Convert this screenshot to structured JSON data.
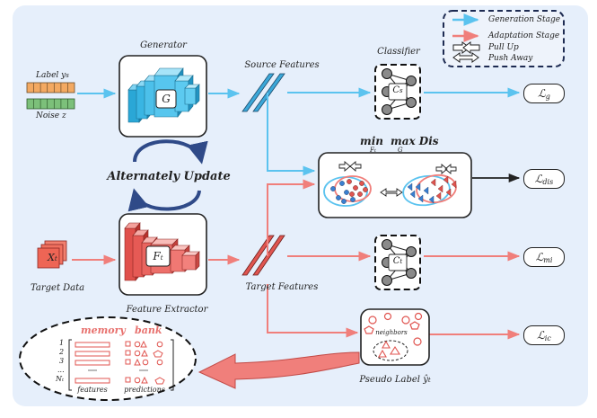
{
  "legend": {
    "generation": "Generation Stage",
    "adaptation": "Adaptation Stage",
    "pull_up": "Pull Up",
    "push_away": "Push Away"
  },
  "inputs": {
    "label_ys": "Label y",
    "label_ys_sub": "s",
    "noise": "Noise z",
    "target_symbol": "X",
    "target_symbol_sub": "t",
    "target_data": "Target Data"
  },
  "generator": {
    "title": "Generator",
    "symbol": "G"
  },
  "extractor": {
    "title": "Feature Extractor",
    "symbol": "F",
    "symbol_sub": "t"
  },
  "alternately": "Alternately Update",
  "features": {
    "source": "Source Features",
    "target": "Target Features"
  },
  "classifier": {
    "title": "Classifier",
    "cs": "C",
    "cs_sub": "s",
    "ct": "C",
    "ct_sub": "t"
  },
  "dis": {
    "min": "min",
    "max": "max Dis",
    "min_sub": "F",
    "min_sub_sub": "t",
    "max_sub": "G"
  },
  "losses": {
    "g": "ℒ",
    "g_sub": "g",
    "dis": "ℒ",
    "dis_sub": "dis",
    "mi": "ℒ",
    "mi_sub": "mi",
    "ic": "ℒ",
    "ic_sub": "ic"
  },
  "pseudo": {
    "neighbors": "neighbors",
    "label": "Pseudo Label",
    "label_sym": "ŷ",
    "label_sub": "t"
  },
  "memory": {
    "title_left": "memory",
    "title_right": "bank",
    "rows": [
      "1",
      "2",
      "3",
      "...",
      "N"
    ],
    "row_n_sub": "t",
    "features": "features",
    "predictions": "predictions"
  },
  "colors": {
    "blue": "#5bc3ef",
    "red": "#f07f7b",
    "panel": "#e6effb",
    "dark_navy": "#1e2b52"
  }
}
